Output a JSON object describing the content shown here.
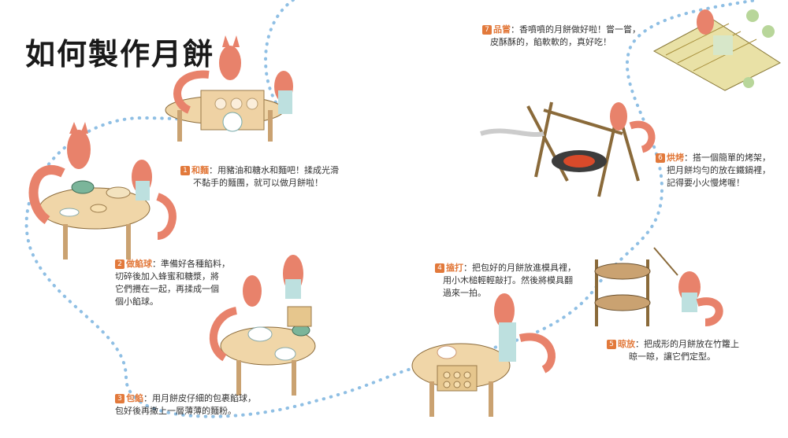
{
  "title": "如何製作月餅",
  "accent_color": "#e2793b",
  "path_color": "#8fbfe4",
  "steps": [
    {
      "num": "1",
      "label": "和麵",
      "lines": [
        "：用豬油和糖水和麵吧！揉成光滑",
        "不黏手的麵團，就可以做月餅啦！"
      ]
    },
    {
      "num": "2",
      "label": "做餡球",
      "lines": [
        "：準備好各種餡料，",
        "切碎後加入蜂蜜和糖漿，將",
        "它們攪在一起，再揉成一個",
        "個小餡球。"
      ]
    },
    {
      "num": "3",
      "label": "包餡",
      "lines": [
        "：用月餅皮仔細的包裹餡球，",
        "包好後再撒上一層薄薄的麵粉。"
      ]
    },
    {
      "num": "4",
      "label": "搕打",
      "lines": [
        "：把包好的月餅放進模具裡，",
        "用小木槌輕輕敲打。然後將模具翻",
        "過來一拍。"
      ]
    },
    {
      "num": "5",
      "label": "晾放",
      "lines": [
        "：把成形的月餅放在竹籮上",
        "晾一晾，讓它們定型。"
      ]
    },
    {
      "num": "6",
      "label": "烘烤",
      "lines": [
        "：搭一個簡單的烤架，",
        "把月餅均勻的放在鐵鍋裡，",
        "記得要小火慢烤喔！"
      ]
    },
    {
      "num": "7",
      "label": "品嘗",
      "lines": [
        "：香噴噴的月餅做好啦！嘗一嘗，",
        "皮酥酥的，餡軟軟的，真好吃！"
      ]
    }
  ]
}
